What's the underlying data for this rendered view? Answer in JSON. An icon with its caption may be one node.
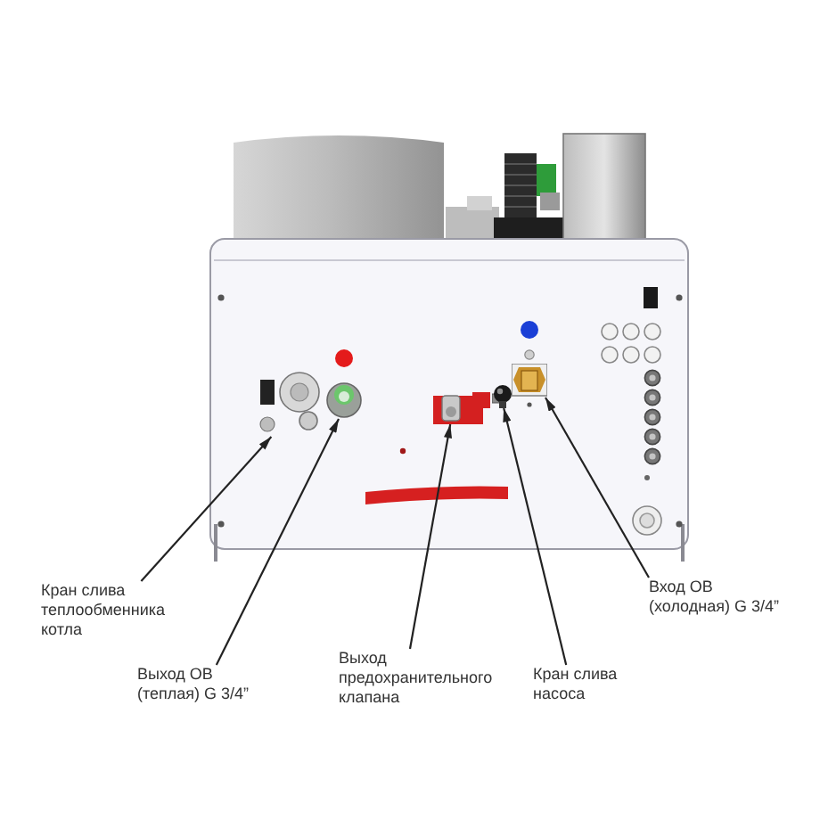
{
  "diagram": {
    "nodes": [
      {
        "text": [
          "Кран слива теплообменника котла"
        ]
      },
      {
        "text": [
          "Выход ОВ (теплая) G 3/4”"
        ]
      },
      {
        "text": [
          "Выход предохранительного клапана"
        ]
      },
      {
        "text": [
          "Кран слива насоса"
        ]
      },
      {
        "text": [
          "Вход ОВ (холодная) G 3/4”"
        ]
      },
      {
        "text": [],
        "shape": "picture"
      },
      {
        "text": [],
        "shape": "picture"
      },
      {
        "text": [],
        "shape": "picture"
      },
      {
        "text": [],
        "shape": "picture"
      },
      {
        "text": [],
        "shape": "picture"
      }
    ],
    "edges": [
      {
        "from": 0,
        "to": 5,
        "arrow": "to"
      },
      {
        "from": 1,
        "to": 6,
        "arrow": "to"
      },
      {
        "from": 2,
        "to": 7,
        "arrow": "to"
      },
      {
        "from": 3,
        "to": 8,
        "arrow": "to"
      },
      {
        "from": 4,
        "to": 9,
        "arrow": "to"
      }
    ]
  }
}
